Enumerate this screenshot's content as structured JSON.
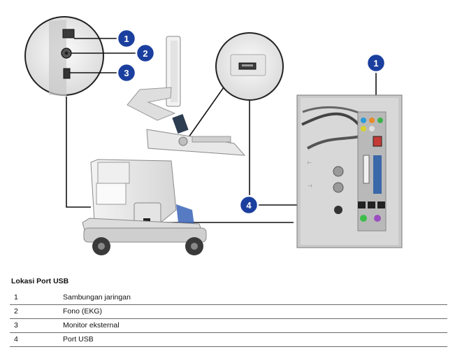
{
  "figure": {
    "callouts": [
      {
        "number": "1"
      },
      {
        "number": "2"
      },
      {
        "number": "3"
      },
      {
        "number": "4"
      },
      {
        "number": "1"
      }
    ]
  },
  "legend": {
    "title": "Lokasi Port USB",
    "rows": [
      {
        "number": "1",
        "label": "Sambungan jaringan"
      },
      {
        "number": "2",
        "label": "Fono (EKG)"
      },
      {
        "number": "3",
        "label": "Monitor eksternal"
      },
      {
        "number": "4",
        "label": "Port USB"
      }
    ]
  },
  "colors": {
    "callout_fill": "#1b3f9e",
    "callout_ring": "#ffffff",
    "leader_line": "#111111",
    "panel_bg": "#dcdcdc"
  }
}
